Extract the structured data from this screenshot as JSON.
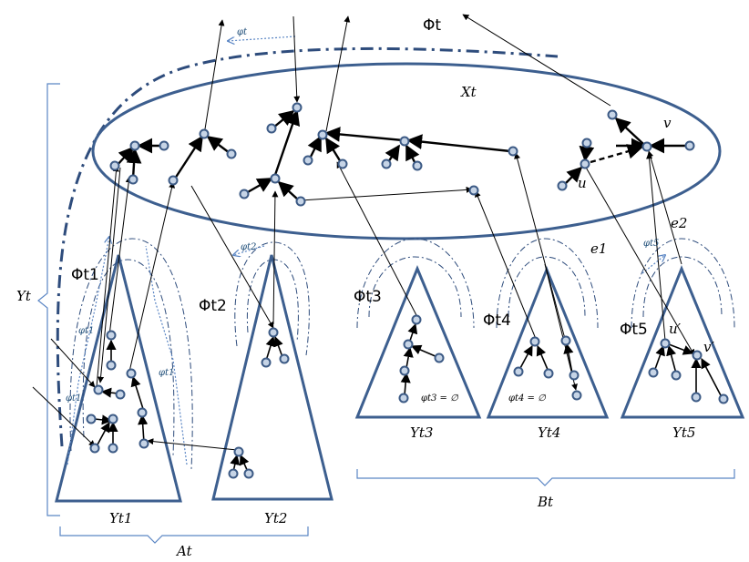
{
  "colors": {
    "node_fill": "#c6d4e6",
    "node_stroke": "#3c5a85",
    "shape_stroke": "#3d5f8f",
    "dashdot": "#2e4c7c",
    "blue_arrow": "#5b86c4",
    "arrow": "#000000"
  },
  "labels": {
    "Phi_t": "Φt",
    "X_t": "Xt",
    "v": "v",
    "u": "u",
    "e1": "e1",
    "e2": "e2",
    "Y_t": "Yt",
    "Phi_t1": "Φt1",
    "Phi_t2": "Φt2",
    "Phi_t3": "Φt3",
    "Phi_t4": "Φt4",
    "Phi_t5": "Φt5",
    "phi_t": "φt",
    "phi_t1_a": "φt1",
    "phi_t1_b": "φt1",
    "phi_t1_c": "φt1",
    "phi_t2": "φt2",
    "phi_t5": "φt5",
    "phi_t3_empty": "φt3 = ∅",
    "phi_t4_empty": "φt4 = ∅",
    "u_prime": "u′",
    "v_prime": "v′",
    "Y_t1": "Yt1",
    "Y_t2": "Yt2",
    "Y_t3": "Yt3",
    "Y_t4": "Yt4",
    "Y_t5": "Yt5",
    "A_t": "At",
    "B_t": "Bt"
  }
}
